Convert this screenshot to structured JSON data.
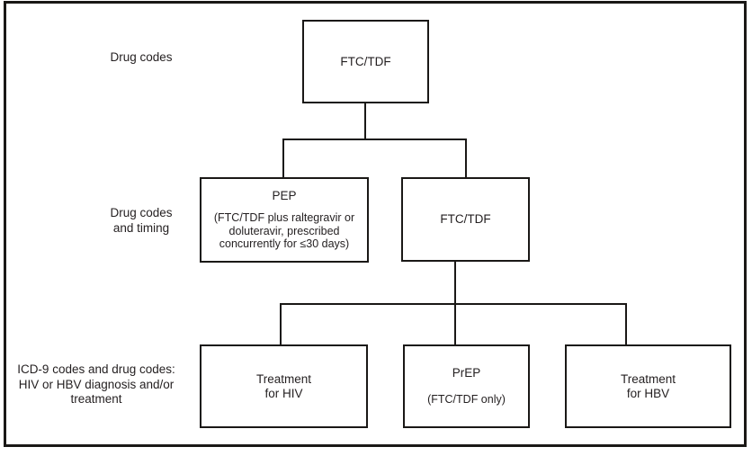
{
  "figure": {
    "type": "flowchart",
    "background": "#ffffff",
    "line_color": "#1a1816",
    "text_color": "#231f20"
  },
  "row_labels": {
    "row1": {
      "text": "Drug codes"
    },
    "row2": {
      "line1": "Drug codes",
      "line2": "and timing"
    },
    "row3": {
      "line1": "ICD-9 codes and drug codes:",
      "line2": "HIV or HBV diagnosis and/or",
      "line3": "treatment"
    }
  },
  "nodes": {
    "drug_top": {
      "label": "FTC/TDF"
    },
    "pep": {
      "title": "PEP",
      "detail": "(FTC/TDF plus raltegravir or doluteravir, prescribed concurrently for ≤30 days)"
    },
    "drug_mid": {
      "label": "FTC/TDF"
    },
    "treatment_hiv": {
      "line1": "Treatment",
      "line2": "for HIV"
    },
    "prep": {
      "title": "PrEP",
      "detail": "(FTC/TDF only)"
    },
    "treatment_hbv": {
      "line1": "Treatment",
      "line2": "for HBV"
    }
  },
  "edges": [
    {
      "from": "drug_top",
      "to": "pep"
    },
    {
      "from": "drug_top",
      "to": "drug_mid"
    },
    {
      "from": "drug_mid",
      "to": "treatment_hiv"
    },
    {
      "from": "drug_mid",
      "to": "prep"
    },
    {
      "from": "drug_mid",
      "to": "treatment_hbv"
    }
  ]
}
